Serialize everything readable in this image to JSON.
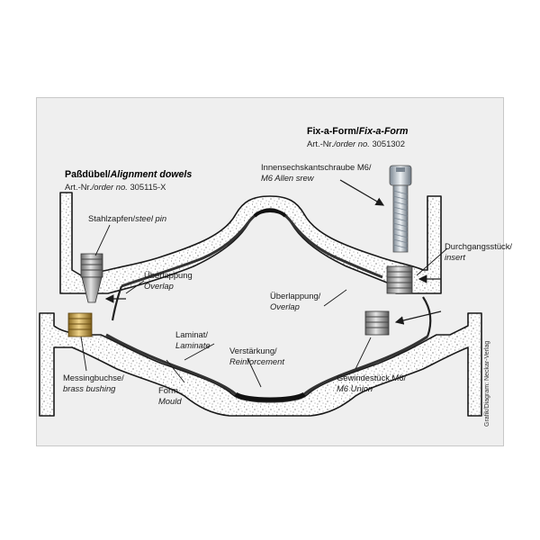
{
  "alignment_dowels": {
    "title_de": "Paßdübel/",
    "title_en": "Alignment dowels",
    "art_prefix_de": "Art.-Nr.",
    "art_prefix_en": "/order no.",
    "art_number": "305115-X"
  },
  "fix_a_form": {
    "title_de": "Fix-a-Form/",
    "title_en": "Fix-a-Form",
    "art_prefix_de": "Art.-Nr.",
    "art_prefix_en": "/order no.",
    "art_number": "3051302"
  },
  "labels": {
    "steel_pin_de": "Stahlzapfen/",
    "steel_pin_en": "steel pin",
    "allen_screw_de": "Innensechskantschraube M6/",
    "allen_screw_en": "M6 Allen srew",
    "insert_de": "Durchgangsstück/",
    "insert_en": "insert",
    "overlap_left_de": "Überlappung",
    "overlap_left_en": "Overlap",
    "overlap_right_de": "Überlappung/",
    "overlap_right_en": "Overlap",
    "laminate_de": "Laminat/",
    "laminate_en": "Laminate",
    "reinforcement_de": "Verstärkung/",
    "reinforcement_en": "Reinforcement",
    "brass_bushing_de": "Messingbuchse/",
    "brass_bushing_en": "brass bushing",
    "mould_de": "Form",
    "mould_en": "Mould",
    "union_de": "Gewindestück M6/",
    "union_en": "M6 Union"
  },
  "credit": "Grafik/Diagram: Neckar-Verlag",
  "colors": {
    "background": "#efefef",
    "mould_fill": "#ffffff",
    "outline": "#1a1a1a",
    "steel": "#9a9a9a",
    "brass": "#c9a24a",
    "laminate": "#3a3a3a"
  }
}
